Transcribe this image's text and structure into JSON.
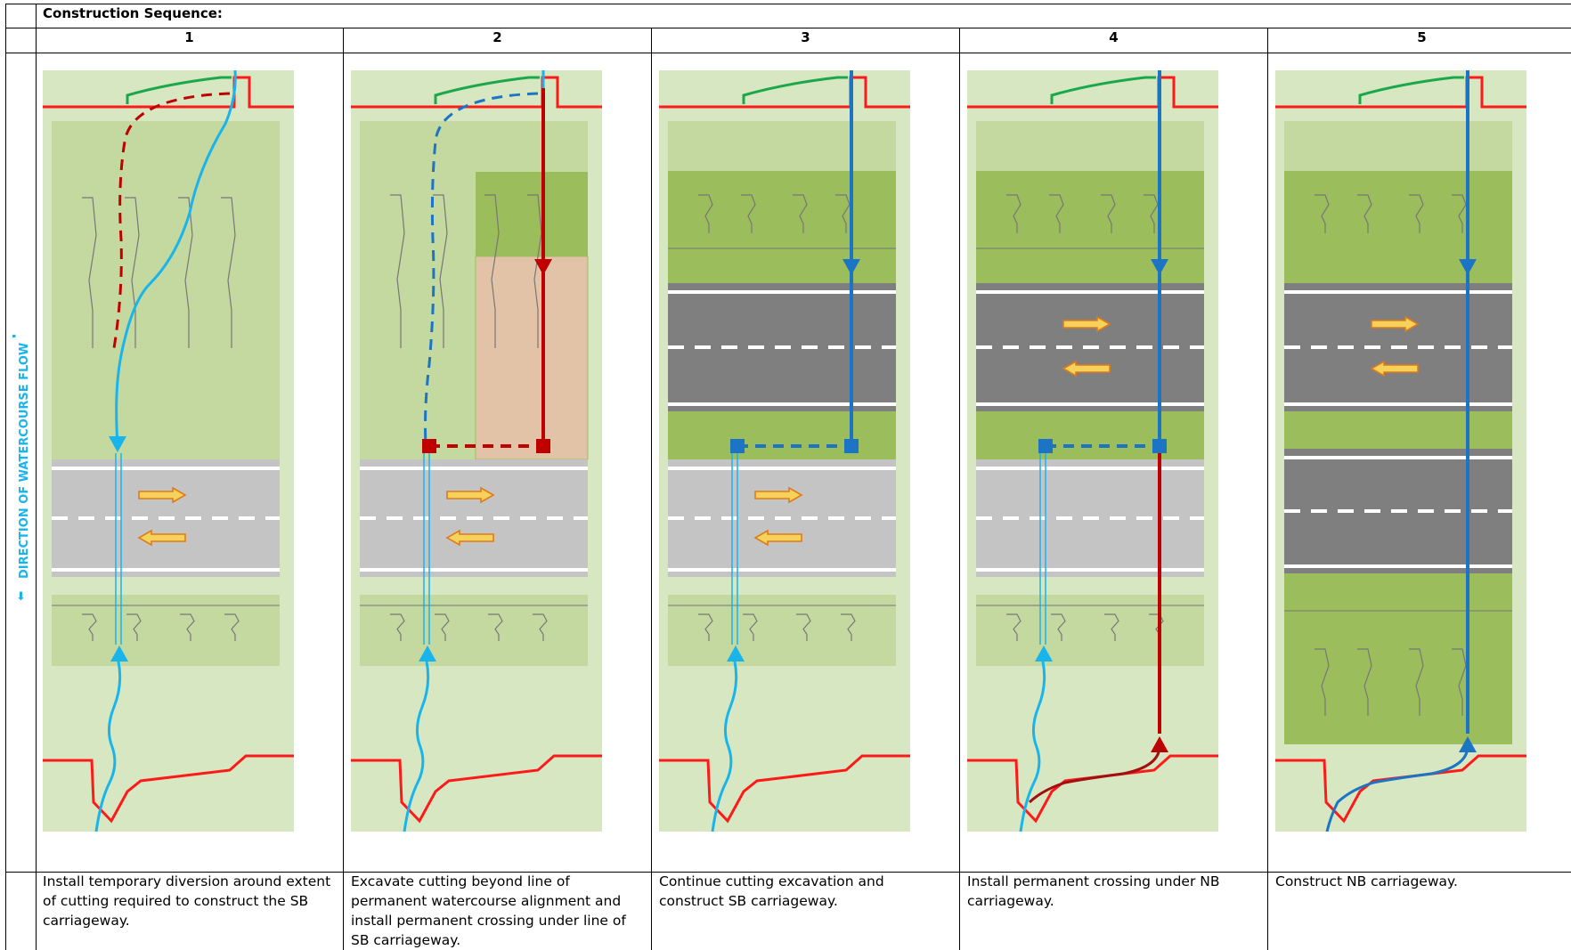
{
  "header": {
    "title": "Construction Sequence:"
  },
  "side_label": {
    "text": "DIRECTION OF WATERCOURSE FLOW",
    "arrow_glyph": "⬇"
  },
  "stages": [
    {
      "number": "1",
      "caption": "Install temporary diversion around extent of cutting required to construct the SB carriageway."
    },
    {
      "number": "2",
      "caption": "Excavate cutting beyond line of permanent watercourse alignment and install permanent crossing under line of SB carriageway."
    },
    {
      "number": "3",
      "caption": "Continue cutting excavation and construct SB carriageway."
    },
    {
      "number": "4",
      "caption": "Install permanent crossing under NB carriageway."
    },
    {
      "number": "5",
      "caption": "Construct NB carriageway."
    }
  ],
  "colors": {
    "boundary": "#ff1a1a",
    "fence": "#1aa84a",
    "temp_water": "#1ab4ec",
    "perm_water": "#1c74c4",
    "crossing_new": "#c00000",
    "light_green": "#d6e7c2",
    "mid_green": "#c3d99f",
    "dark_green": "#9bbd5c",
    "old_road": "#c4c4c4",
    "new_road": "#7f7f7f",
    "excavation": "#e3c3a8",
    "arrow_fill": "#f5d35a",
    "arrow_stroke": "#e07a1a"
  },
  "icons": [
    "north-arrow-icon",
    "traffic-arrow-icon",
    "culvert-headwall-icon"
  ]
}
